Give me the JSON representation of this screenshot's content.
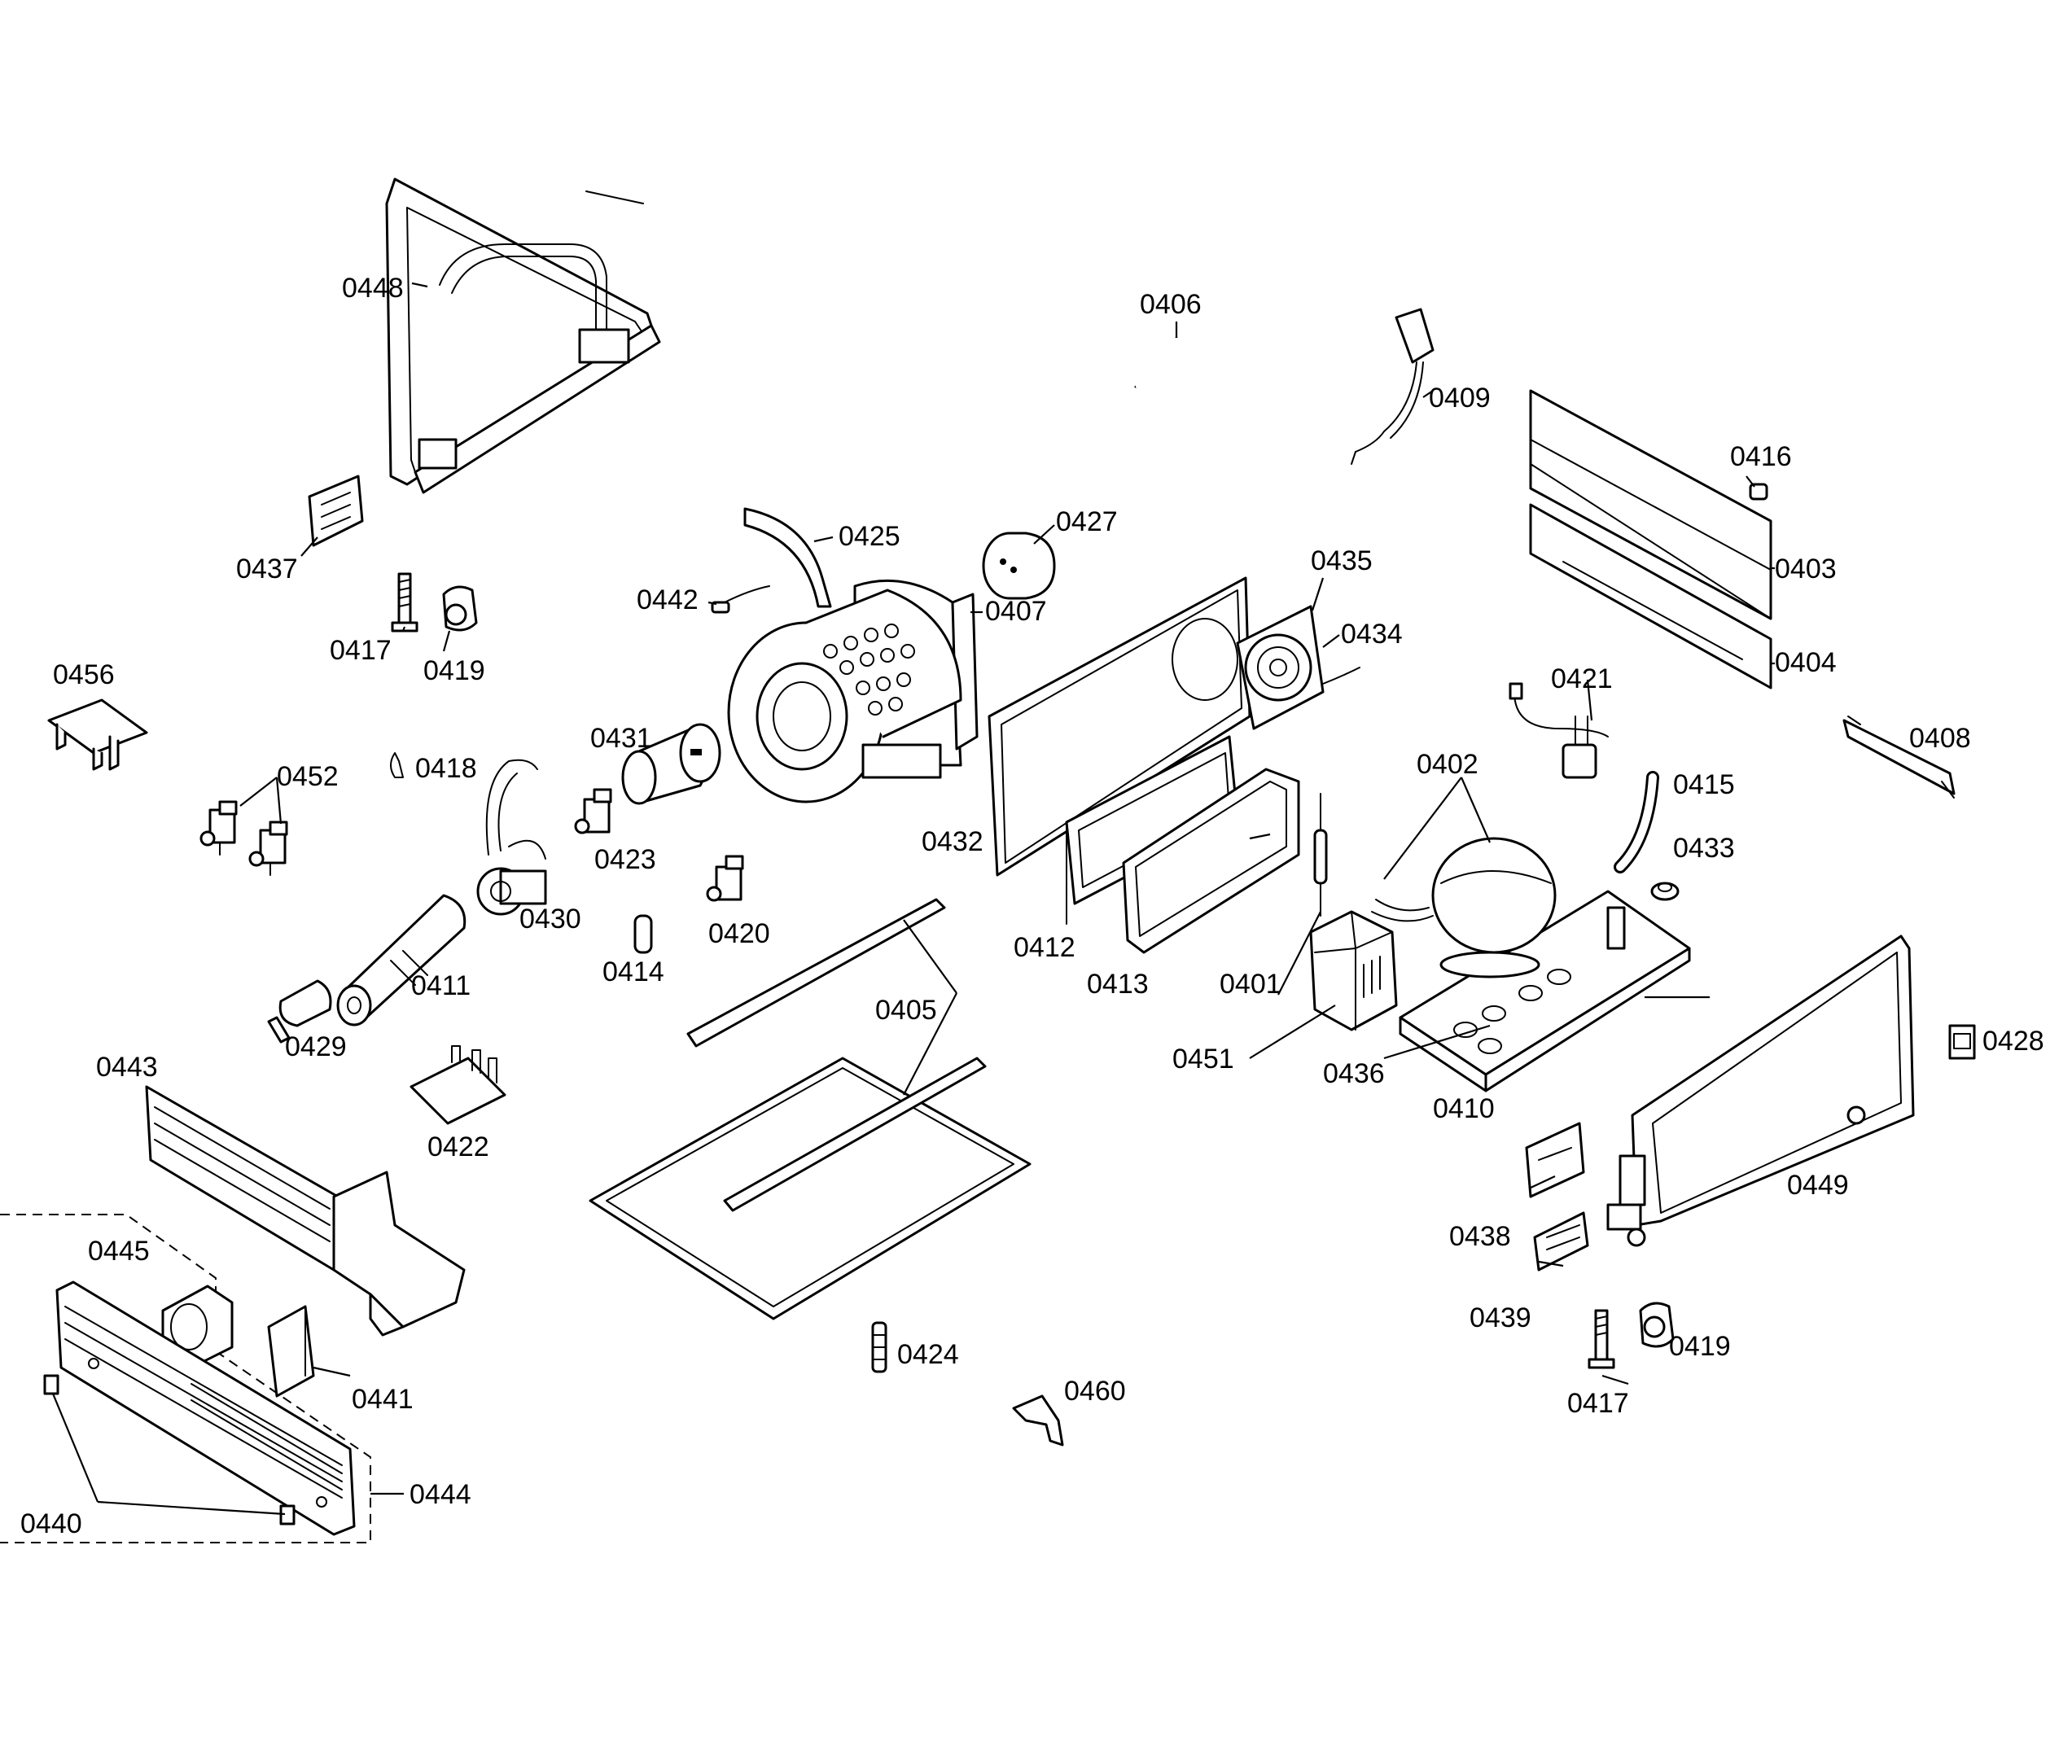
{
  "labels": {
    "l0448": "0448",
    "l0437": "0437",
    "l0417a": "0417",
    "l0419a": "0419",
    "l0406": "0406",
    "l0409": "0409",
    "l0416": "0416",
    "l0403": "0403",
    "l0404": "0404",
    "l0425": "0425",
    "l0427": "0427",
    "l0442": "0442",
    "l0407": "0407",
    "l0435": "0435",
    "l0434": "0434",
    "l0456": "0456",
    "l0452": "0452",
    "l0418": "0418",
    "l0431": "0431",
    "l0423": "0423",
    "l0430": "0430",
    "l0421": "0421",
    "l0408": "0408",
    "l0402": "0402",
    "l0415": "0415",
    "l0432": "0432",
    "l0433": "0433",
    "l0420": "0420",
    "l0412": "0412",
    "l0413": "0413",
    "l0401": "0401",
    "l0414": "0414",
    "l0411": "0411",
    "l0405": "0405",
    "l0429": "0429",
    "l0443": "0443",
    "l0451": "0451",
    "l0436": "0436",
    "l0410": "0410",
    "l0428": "0428",
    "l0422": "0422",
    "l0449": "0449",
    "l0438": "0438",
    "l0445": "0445",
    "l0439": "0439",
    "l0419b": "0419",
    "l0424": "0424",
    "l0441": "0441",
    "l0460": "0460",
    "l0417b": "0417",
    "l0444": "0444",
    "l0440": "0440"
  }
}
